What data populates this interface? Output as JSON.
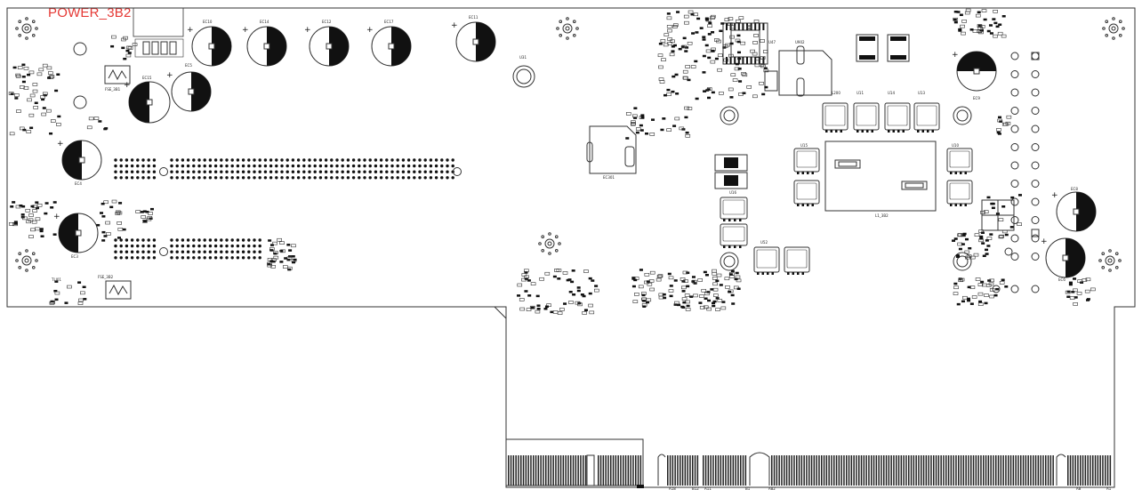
{
  "title": "POWER_3B2",
  "colors": {
    "title": "#e53935",
    "outline": "#333333",
    "fill": "#111111"
  },
  "capacitor_labels": [
    "EC10",
    "EC14",
    "EC12",
    "EC17",
    "EC11",
    "EC15",
    "EC5",
    "EC4",
    "EC3",
    "EC9",
    "EC8",
    "EC6"
  ],
  "inductor_labels": [
    "L1_3B2",
    "FSE_3B1",
    "FSE_3B2",
    "EC301"
  ],
  "edge_pin_labels": [
    "A18",
    "B12",
    "A11",
    "B1",
    "A82",
    "A8",
    "A1"
  ],
  "other_labels": [
    "TLI01",
    "U31",
    "U47",
    "U902",
    "L200",
    "U11",
    "U14",
    "U13",
    "U15",
    "U10",
    "U16",
    "U52"
  ]
}
